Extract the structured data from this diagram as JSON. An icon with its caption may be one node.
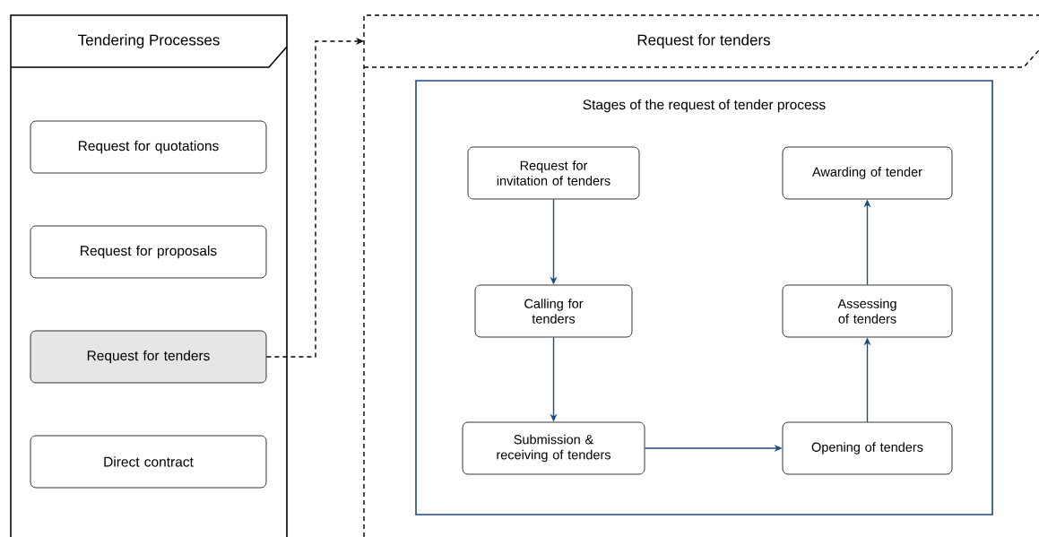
{
  "diagram": {
    "nodes": [
      {
        "text": [
          "Tendering Processes"
        ]
      },
      {
        "text": [
          "Request for quotations"
        ],
        "in": 0
      },
      {
        "text": [
          "Request for proposals"
        ],
        "in": 0
      },
      {
        "text": [
          "Request for tenders"
        ],
        "in": 0
      },
      {
        "text": [
          "Direct contract"
        ],
        "in": 0
      },
      {
        "text": [
          "Request for tenders"
        ]
      },
      {
        "text": [
          "Stages of the request of tender process"
        ],
        "in": 5
      },
      {
        "text": [
          "Request for invitation of tenders"
        ],
        "in": 6
      },
      {
        "text": [
          "Calling for tenders"
        ],
        "in": 6
      },
      {
        "text": [
          "Submission & receiving of tenders"
        ],
        "in": 6
      },
      {
        "text": [
          "Opening of tenders"
        ],
        "in": 6
      },
      {
        "text": [
          "Assessing of tenders"
        ],
        "in": 6
      },
      {
        "text": [
          "Awarding of tender"
        ],
        "in": 6
      }
    ],
    "edges": [
      {
        "from": 3,
        "to": 5,
        "arrow": "to",
        "style": "dashed",
        "color": "#000000"
      },
      {
        "from": 7,
        "to": 8,
        "arrow": "to"
      },
      {
        "from": 8,
        "to": 9,
        "arrow": "to"
      },
      {
        "from": 9,
        "to": 10,
        "arrow": "to"
      },
      {
        "from": 10,
        "to": 11,
        "arrow": "to"
      },
      {
        "from": 11,
        "to": 12,
        "arrow": "to"
      }
    ]
  }
}
